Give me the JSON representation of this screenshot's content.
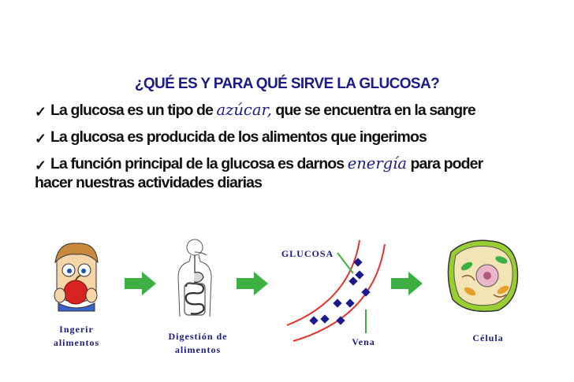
{
  "title": "¿QUÉ ES Y PARA QUÉ SIRVE LA GLUCOSA?",
  "bullets": [
    {
      "before": "La glucosa es un tipo de ",
      "em": "azúcar,",
      "after": " que se encuentra en la sangre"
    },
    {
      "before": "La glucosa es producida de los alimentos que ingerimos",
      "em": "",
      "after": ""
    },
    {
      "before": "La función principal de la glucosa es darnos ",
      "em": "energía",
      "after": " para poder",
      "line2": "hacer nuestras actividades diarias"
    }
  ],
  "diagram": {
    "steps": [
      {
        "label_line1": "Ingerir",
        "label_line2": "alimentos",
        "icon": "boy-eating-apple-icon"
      },
      {
        "label_line1": "Digestión de",
        "label_line2": "alimentos",
        "icon": "digestive-system-icon"
      },
      {
        "label_line1": "GLUCOSA",
        "label_line2": "Vena",
        "icon": "blood-vessel-glucose-icon"
      },
      {
        "label_line1": "Célula",
        "label_line2": "",
        "icon": "cell-icon"
      }
    ],
    "arrow_color": "#3cb043",
    "accent_color": "#1a1a8c",
    "vessel_color": "#e8302a",
    "particle_color": "#1a1a8c"
  }
}
